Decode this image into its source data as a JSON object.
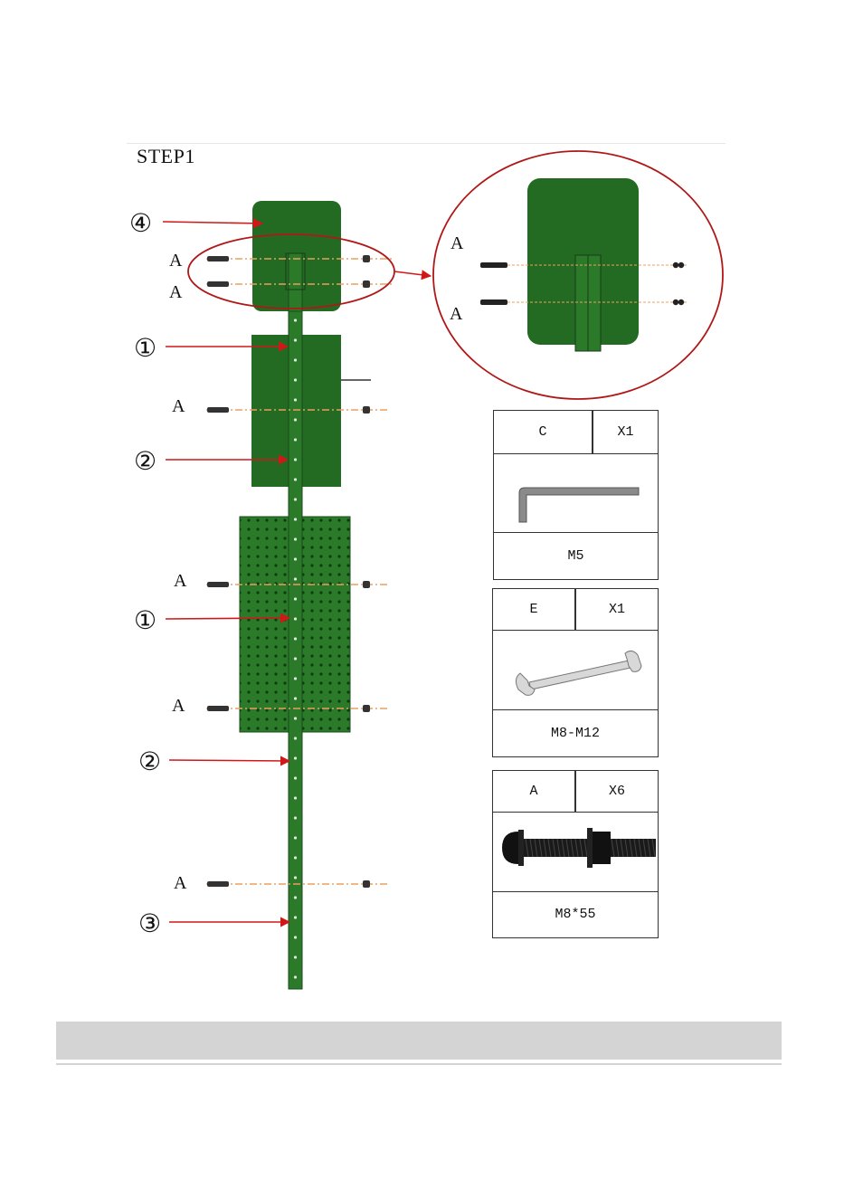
{
  "step": {
    "title": "STEP1"
  },
  "labels": {
    "hardware_a": "A",
    "part1": "①",
    "part2": "②",
    "part3": "③",
    "part4": "④"
  },
  "colors": {
    "panel_green": "#236b23",
    "dark_green": "#1a5a1a",
    "arrow_red": "#d01818",
    "circle_red": "#b01818",
    "dash_orange": "#e8a060"
  },
  "hardware": [
    {
      "code": "C",
      "qty": "X1",
      "spec": "M5",
      "icon": "allen-key-icon"
    },
    {
      "code": "E",
      "qty": "X1",
      "spec": "M8-M12",
      "icon": "wrench-icon"
    },
    {
      "code": "A",
      "qty": "X6",
      "spec": "M8*55",
      "icon": "bolt-icon"
    }
  ]
}
